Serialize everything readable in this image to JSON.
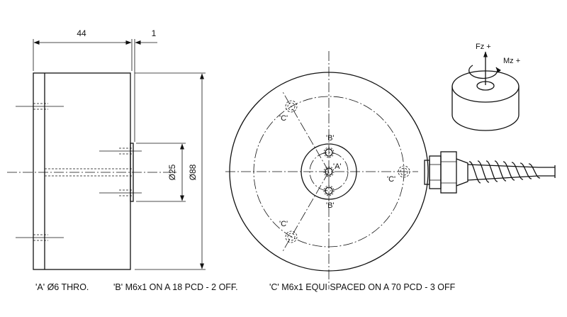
{
  "dimensions": {
    "length": "44",
    "flange": "1",
    "diameter_small": "Ø25",
    "diameter_large": "Ø88"
  },
  "hole_labels": {
    "a": "'A'",
    "b": "'B'",
    "c": "'C'"
  },
  "force_labels": {
    "fz": "Fz +",
    "mz": "Mz +"
  },
  "notes": {
    "a": "'A' Ø6 THRO.",
    "b": "'B' M6x1 ON A 18 PCD - 2 OFF.",
    "c": "'C' M6x1 EQUI SPACED ON A 70 PCD - 3 OFF"
  }
}
